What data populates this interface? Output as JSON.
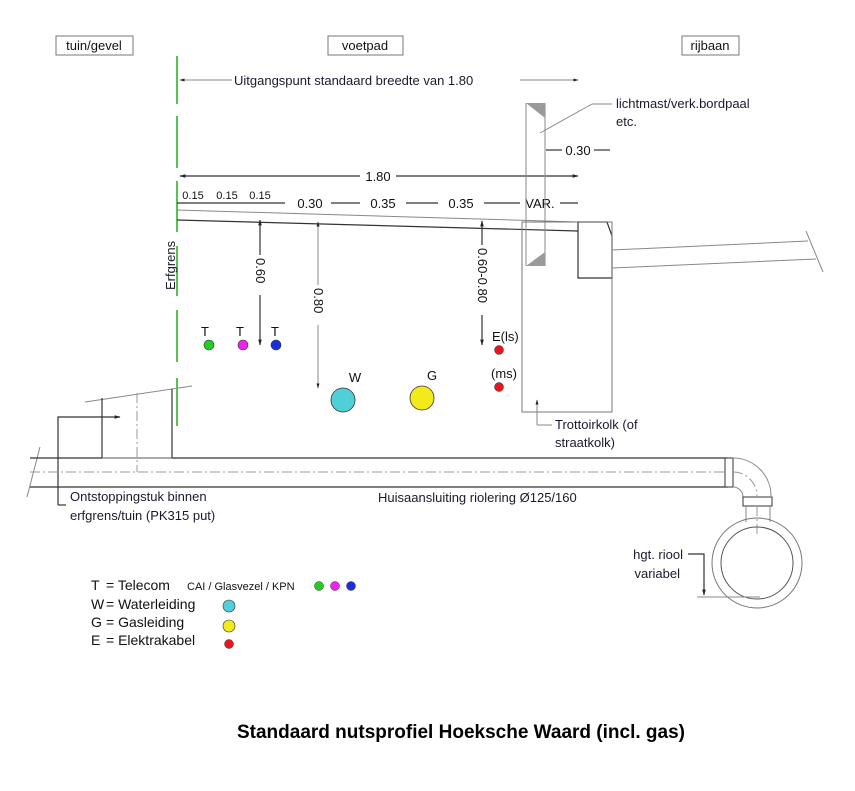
{
  "zones": {
    "left": "tuin/gevel",
    "middle": "voetpad",
    "right": "rijbaan"
  },
  "annotations": {
    "standard_width": "Uitgangspunt standaard breedte van 1.80",
    "total_width": "1.80",
    "property_line": "Erfgrens",
    "streetlight": [
      "lichtmast/verk.bordpaal",
      "etc."
    ],
    "streetlight_offset": "0.30",
    "gully": [
      "Trottoirkolk (of",
      "straatkolk)"
    ],
    "cleanout": [
      "Ontstoppingstuk binnen",
      "erfgrens/tuin (PK315 put)"
    ],
    "house_connection": "Huisaansluiting riolering Ø125/160",
    "sewer_height": [
      "hgt. riool",
      "variabel"
    ]
  },
  "dimensions": {
    "segments": [
      "0.15",
      "0.15",
      "0.15",
      "0.30",
      "0.35",
      "0.35",
      "VAR."
    ],
    "depth_telecom": "0.60",
    "depth_water_gas": "0.80",
    "depth_electric": "0.60-0.80"
  },
  "utilities": {
    "telecom": [
      {
        "label": "T",
        "color": "#22cc22"
      },
      {
        "label": "T",
        "color": "#ee22ee"
      },
      {
        "label": "T",
        "color": "#1a2ee0"
      }
    ],
    "water": {
      "label": "W",
      "color": "#4fcfd8"
    },
    "gas": {
      "label": "G",
      "color": "#f2ea1a"
    },
    "electric": [
      {
        "label": "E(ls)",
        "color": "#e8141e"
      },
      {
        "label": "(ms)",
        "color": "#e8141e"
      }
    ]
  },
  "legend": [
    {
      "key": "T",
      "text": "= Telecom",
      "sub": "CAI / Glasvezel / KPN",
      "colors": [
        "#22cc22",
        "#ee22ee",
        "#1a2ee0"
      ]
    },
    {
      "key": "W",
      "text": "=  Waterleiding",
      "colors": [
        "#4fcfd8"
      ]
    },
    {
      "key": "G",
      "text": "=  Gasleiding",
      "colors": [
        "#f2ea1a"
      ]
    },
    {
      "key": "E",
      "text": "=  Elektrakabel",
      "colors": [
        "#e8141e"
      ]
    }
  ],
  "title": "Standaard nutsprofiel Hoeksche Waard (incl. gas)"
}
